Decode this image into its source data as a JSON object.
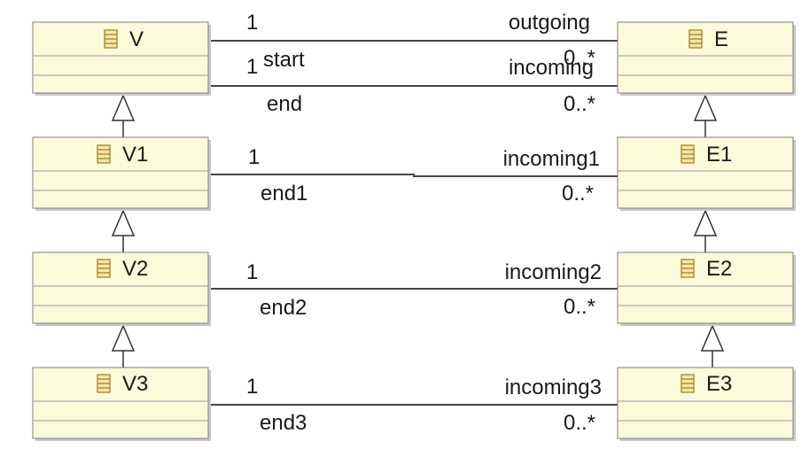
{
  "diagram": {
    "classes": {
      "V": {
        "name": "V",
        "icon": "class-icon"
      },
      "V1": {
        "name": "V1",
        "icon": "class-icon"
      },
      "V2": {
        "name": "V2",
        "icon": "class-icon"
      },
      "V3": {
        "name": "V3",
        "icon": "class-icon"
      },
      "E": {
        "name": "E",
        "icon": "class-icon"
      },
      "E1": {
        "name": "E1",
        "icon": "class-icon"
      },
      "E2": {
        "name": "E2",
        "icon": "class-icon"
      },
      "E3": {
        "name": "E3",
        "icon": "class-icon"
      }
    },
    "associations": {
      "start": {
        "source_mult": "1",
        "source_role": "start",
        "target_role": "outgoing",
        "target_mult": "0..*"
      },
      "end": {
        "source_mult": "1",
        "source_role": "end",
        "target_role": "incoming",
        "target_mult": "0..*"
      },
      "end1": {
        "source_mult": "1",
        "source_role": "end1",
        "target_role": "incoming1",
        "target_mult": "0..*"
      },
      "end2": {
        "source_mult": "1",
        "source_role": "end2",
        "target_role": "incoming2",
        "target_mult": "0..*"
      },
      "end3": {
        "source_mult": "1",
        "source_role": "end3",
        "target_role": "incoming3",
        "target_mult": "0..*"
      }
    },
    "generalizations": [
      {
        "child": "V1",
        "parent": "V"
      },
      {
        "child": "V2",
        "parent": "V1"
      },
      {
        "child": "V3",
        "parent": "V2"
      },
      {
        "child": "E1",
        "parent": "E"
      },
      {
        "child": "E2",
        "parent": "E1"
      },
      {
        "child": "E3",
        "parent": "E2"
      }
    ],
    "colors": {
      "class_fill": "#fbfbdc",
      "class_border": "#7f7f7f",
      "line": "#444444",
      "icon": "#a07a1a"
    }
  }
}
